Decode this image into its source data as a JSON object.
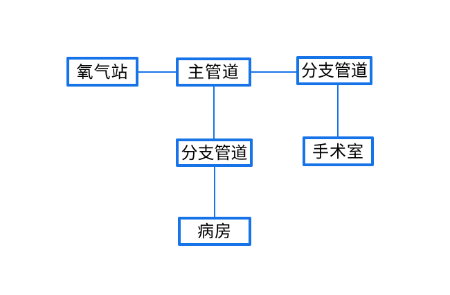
{
  "diagram": {
    "type": "flowchart",
    "background_color": "#ffffff",
    "accent_color": "#1673E8",
    "text_color": "#000000",
    "nodes": [
      {
        "id": "oxygen-station",
        "label": "氧气站"
      },
      {
        "id": "main-pipeline",
        "label": "主管道"
      },
      {
        "id": "branch-pipeline-right",
        "label": "分支管道"
      },
      {
        "id": "branch-pipeline-middle",
        "label": "分支管道"
      },
      {
        "id": "operating-room",
        "label": "手术室"
      },
      {
        "id": "ward",
        "label": "病房"
      }
    ],
    "edges": [
      {
        "from": "oxygen-station",
        "to": "main-pipeline"
      },
      {
        "from": "main-pipeline",
        "to": "branch-pipeline-right"
      },
      {
        "from": "main-pipeline",
        "to": "branch-pipeline-middle"
      },
      {
        "from": "branch-pipeline-right",
        "to": "operating-room"
      },
      {
        "from": "branch-pipeline-middle",
        "to": "ward"
      }
    ]
  }
}
